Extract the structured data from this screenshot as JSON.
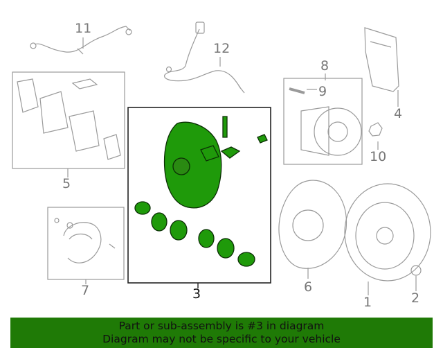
{
  "diagram": {
    "callouts": {
      "c1": "1",
      "c2": "2",
      "c3": "3",
      "c4": "4",
      "c5": "5",
      "c6": "6",
      "c7": "7",
      "c8": "8",
      "c9": "9",
      "c10": "10",
      "c11": "11",
      "c12": "12"
    },
    "highlighted_part": "3",
    "highlight_color": "#1f9a0a"
  },
  "banner": {
    "line1": "Part or sub-assembly is #3 in diagram",
    "line2": "Diagram may not be specific to your vehicle",
    "background": "#1f7a06"
  }
}
